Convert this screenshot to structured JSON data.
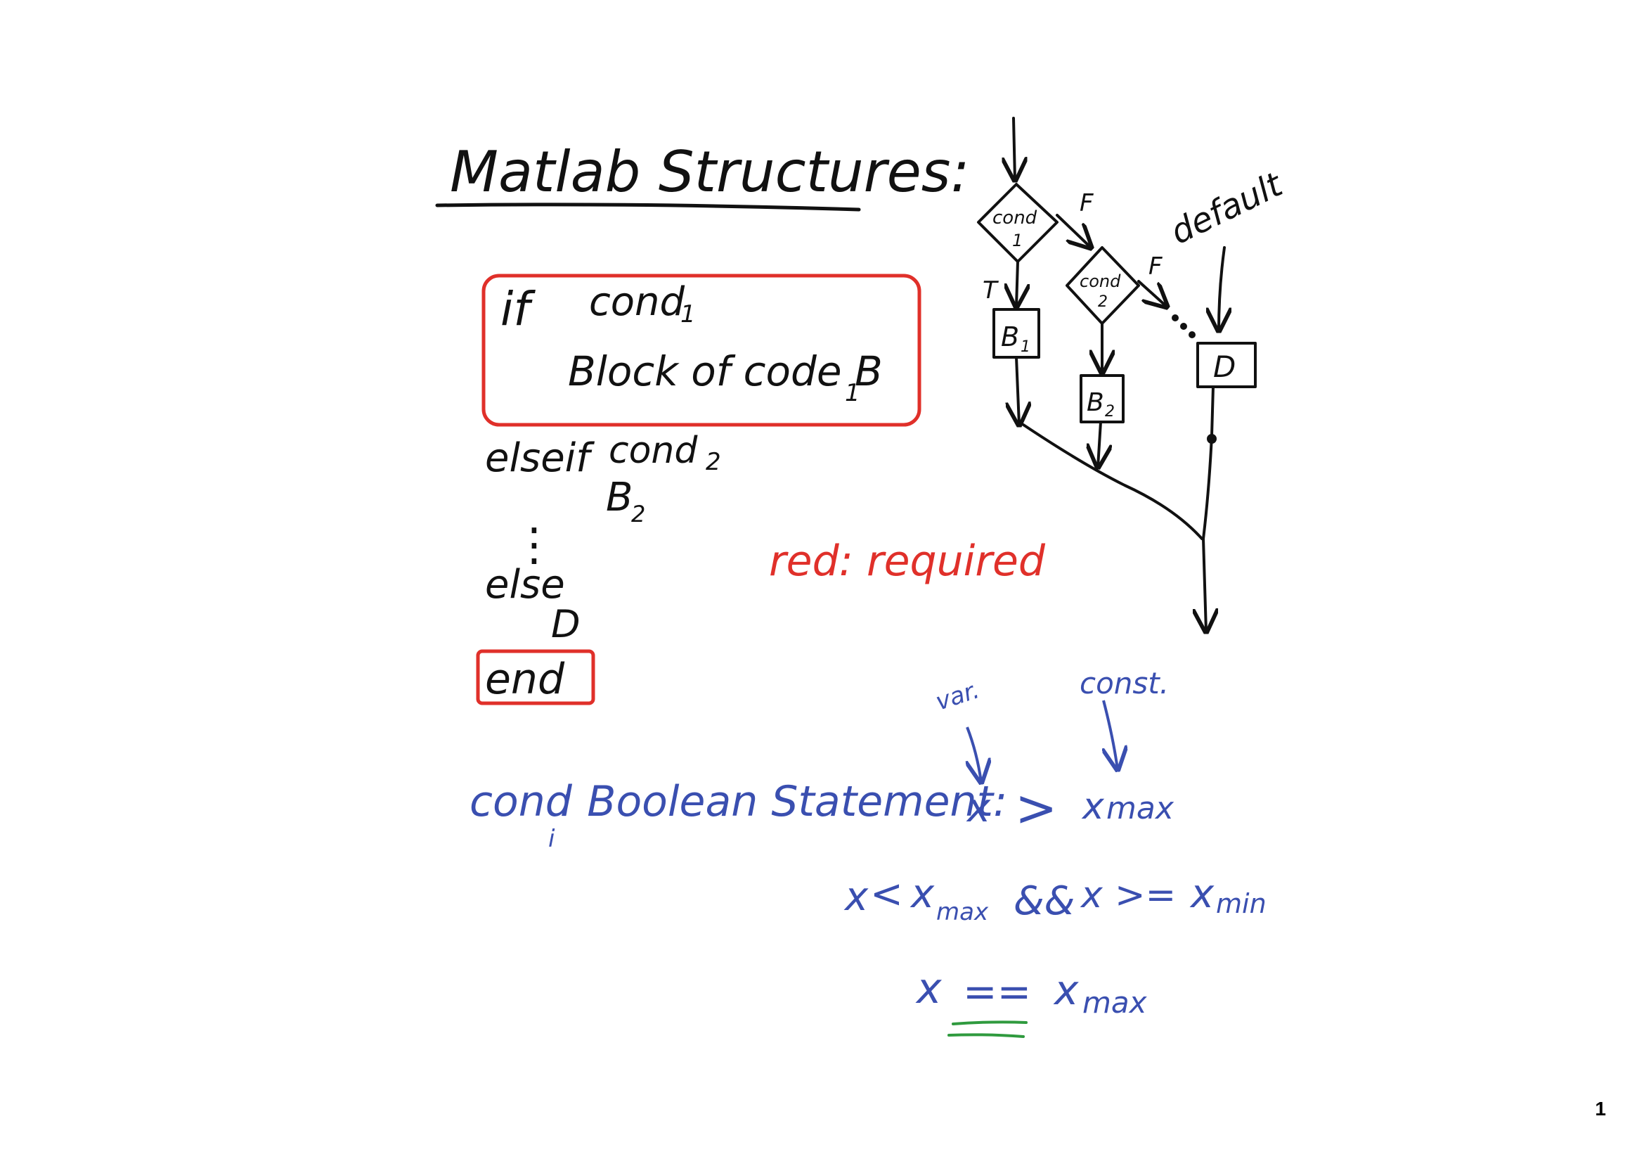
{
  "title": "Matlab Structures:",
  "code": {
    "if_kw": "if",
    "cond1": "cond",
    "cond1_sub": "1",
    "block_text": "Block of code B",
    "block_sub": "1",
    "elseif_kw": "elseif",
    "cond2": "cond",
    "cond2_sub": "2",
    "b2": "B",
    "b2_sub": "2",
    "dots": "⋮",
    "else_kw": "else",
    "d": "D",
    "end_kw": "end"
  },
  "legend": "red: required",
  "flow": {
    "cond1_a": "cond",
    "cond1_b": "1",
    "cond2_a": "cond",
    "cond2_b": "2",
    "true_label": "T",
    "false1_label": "F",
    "false2_label": "F",
    "default_label": "default",
    "b1": "B",
    "b1_sub": "1",
    "b2": "B",
    "b2_sub": "2",
    "d_box": "D"
  },
  "boolean": {
    "var_label": "var.",
    "const_label": "const.",
    "cond_label": "cond",
    "cond_sub": "i",
    "statement_label": ": Boolean Statement:",
    "ex1_lhs": "x",
    "ex1_op": ">",
    "ex1_rhs": "x",
    "ex1_rhs_sub": "max",
    "ex2_a": "x",
    "ex2_op1": "<",
    "ex2_b": "x",
    "ex2_b_sub": "max",
    "ex2_and": "&&",
    "ex2_c": "x",
    "ex2_op2": ">=",
    "ex2_d": "x",
    "ex2_d_sub": "min",
    "ex3_lhs": "x",
    "ex3_op": "==",
    "ex3_rhs": "x",
    "ex3_rhs_sub": "max"
  },
  "page_number": "1",
  "colors": {
    "ink": "#111111",
    "red": "#e0302a",
    "blue": "#3a4fb0",
    "green": "#2f9a3e"
  }
}
